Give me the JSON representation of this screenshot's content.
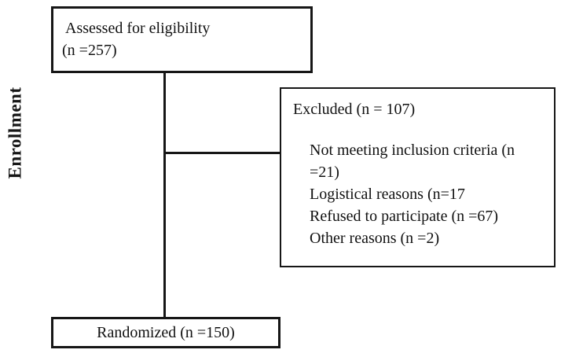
{
  "diagram": {
    "side_label": "Enrollment",
    "boxes": {
      "assessed": {
        "line1": "Assessed for eligibility",
        "line2": "(n =257)"
      },
      "excluded": {
        "heading": "Excluded (n = 107)",
        "reasons": [
          "Not meeting inclusion criteria (n =21)",
          "Logistical reasons (n=17",
          "Refused to participate (n =67)",
          "Other reasons (n =2)"
        ]
      },
      "randomized": {
        "label": "Randomized (n =150)"
      }
    },
    "colors": {
      "line": "#161616",
      "background": "#ffffff",
      "text": "#111111"
    }
  }
}
